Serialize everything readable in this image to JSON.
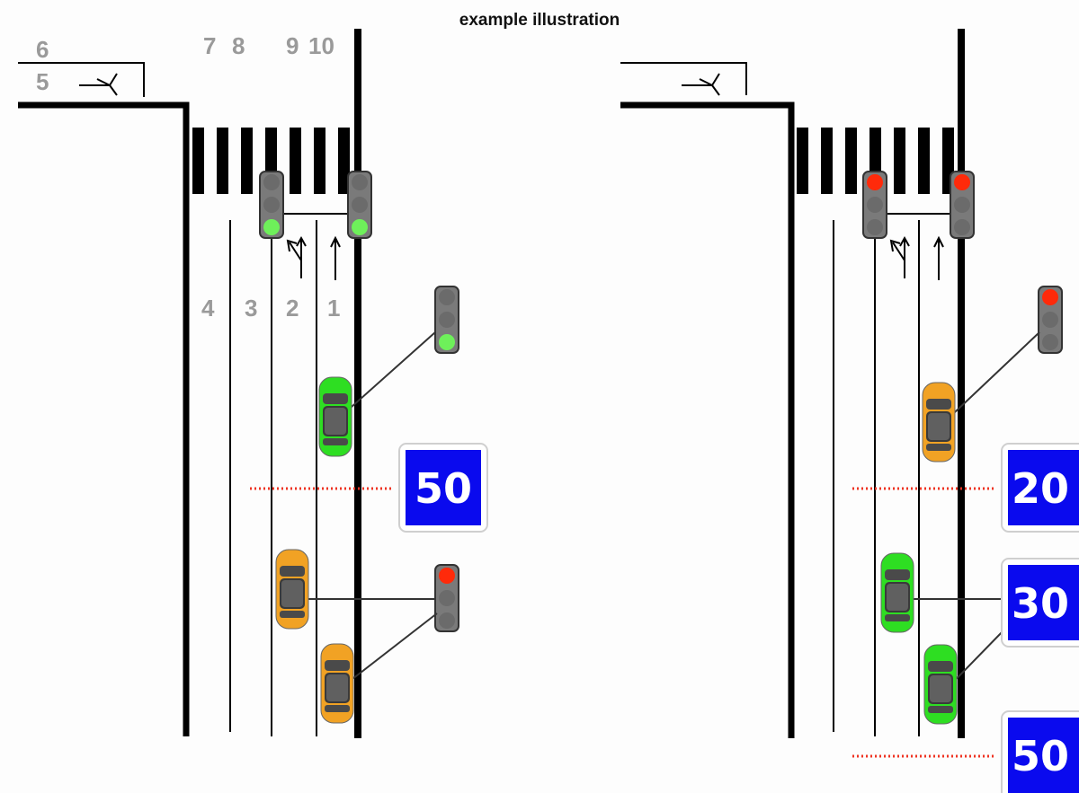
{
  "title": "example illustration",
  "colors": {
    "green": "#6ef05a",
    "red": "#ff2a0a",
    "lamp_off": "#6b6b6b",
    "sign_blue": "#0a0aee",
    "car_green": "#2ede22",
    "car_orange": "#f1a224",
    "dotted_red": "#ee3322"
  },
  "left_panel": {
    "lane_labels_top": [
      "6",
      "5",
      "7",
      "8",
      "9",
      "10"
    ],
    "lane_labels_bottom": [
      "4",
      "3",
      "2",
      "1"
    ],
    "traffic_lights": [
      {
        "name": "crossing-light-lane-2",
        "lit": "green"
      },
      {
        "name": "crossing-light-lane-1",
        "lit": "green"
      },
      {
        "name": "advance-light-upper",
        "lit": "green"
      },
      {
        "name": "advance-light-lower",
        "lit": "red"
      }
    ],
    "speed_signs": [
      "50"
    ],
    "cars": [
      "green",
      "orange",
      "orange"
    ]
  },
  "right_panel": {
    "traffic_lights": [
      {
        "name": "crossing-light-lane-2",
        "lit": "red"
      },
      {
        "name": "crossing-light-lane-1",
        "lit": "red"
      },
      {
        "name": "advance-light",
        "lit": "red"
      }
    ],
    "speed_signs": [
      "20",
      "30",
      "50"
    ],
    "cars": [
      "orange",
      "green",
      "green"
    ]
  }
}
